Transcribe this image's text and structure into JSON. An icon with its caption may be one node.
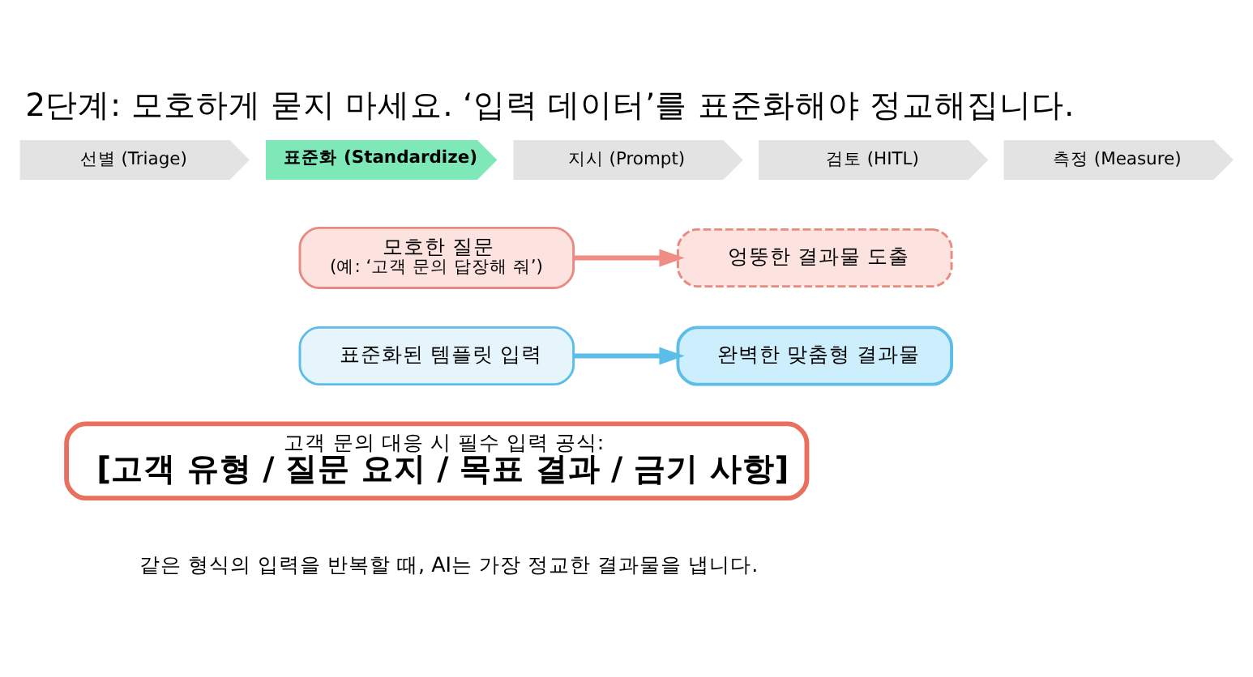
{
  "diagram": {
    "title": "2단계: 모호하게 묻지 마세요. ‘입력 데이터’를 표준화해야 정교해집니다.",
    "caption": "같은 형식의 입력을 반복할 때, AI는 가장 정교한 결과물을 냅니다.",
    "nodes": [
      {
        "text": [
          "선별 (Triage)"
        ]
      },
      {
        "text": [
          "표준화 (Standardize)"
        ]
      },
      {
        "text": [
          "지시 (Prompt)"
        ]
      },
      {
        "text": [
          "검토 (HITL)"
        ]
      },
      {
        "text": [
          "측정 (Measure)"
        ]
      },
      {
        "text": [
          "모호한 질문",
          "(예: ‘고객 문의 답장해 줘’)"
        ]
      },
      {
        "text": [
          "엉뚱한 결과물 도출"
        ]
      },
      {
        "text": [
          "표준화된 템플릿 입력"
        ]
      },
      {
        "text": [
          "완벽한 맞춤형 결과물"
        ]
      },
      {
        "text": [
          "고객 문의 대응 시 필수 입력 공식:",
          "[고객 유형 / 질문 요지 / 목표 결과 / 금기 사항]"
        ]
      }
    ],
    "edges": [
      {
        "from": 5,
        "to": 6,
        "arrow": "to",
        "color": "#f08c84"
      },
      {
        "from": 7,
        "to": 8,
        "arrow": "to",
        "color": "#5bbde8"
      }
    ]
  }
}
